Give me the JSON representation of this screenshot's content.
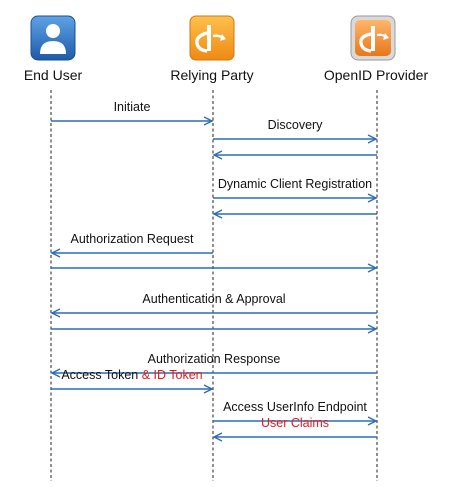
{
  "colors": {
    "arrow": "#2e6db5",
    "lifeline": "#222222",
    "highlight": "#e8191b",
    "user_icon": "#2a6fc0",
    "rp_icon": "#f39a1c",
    "op_icon": "#f08a24"
  },
  "actors": [
    {
      "id": "end-user",
      "label": "End User",
      "icon": "user-icon"
    },
    {
      "id": "relying-party",
      "label": "Relying Party",
      "icon": "openid-logo-icon"
    },
    {
      "id": "openid-provider",
      "label": "OpenID Provider",
      "icon": "openid-logo-icon"
    }
  ],
  "messages": [
    {
      "from": "end-user",
      "to": "relying-party",
      "label": [
        {
          "text": "Initiate"
        }
      ]
    },
    {
      "from": "relying-party",
      "to": "openid-provider",
      "label": [
        {
          "text": "Discovery"
        }
      ]
    },
    {
      "from": "openid-provider",
      "to": "relying-party",
      "label": []
    },
    {
      "from": "relying-party",
      "to": "openid-provider",
      "label": [
        {
          "text": "Dynamic Client Registration"
        }
      ]
    },
    {
      "from": "openid-provider",
      "to": "relying-party",
      "label": []
    },
    {
      "from": "relying-party",
      "to": "end-user",
      "label": [
        {
          "text": "Authorization Request"
        }
      ]
    },
    {
      "from": "end-user",
      "to": "openid-provider",
      "label": []
    },
    {
      "from": "openid-provider",
      "to": "end-user",
      "label": [
        {
          "text": "Authentication & Approval"
        }
      ]
    },
    {
      "from": "end-user",
      "to": "openid-provider",
      "label": []
    },
    {
      "from": "openid-provider",
      "to": "end-user",
      "label": [
        {
          "text": "Authorization Response"
        }
      ]
    },
    {
      "from": "end-user",
      "to": "relying-party",
      "label": [
        {
          "text": "Access Token "
        },
        {
          "text": "& ID Token",
          "highlight": true
        }
      ]
    },
    {
      "from": "relying-party",
      "to": "openid-provider",
      "label": [
        {
          "text": "Access UserInfo Endpoint"
        }
      ]
    },
    {
      "from": "openid-provider",
      "to": "relying-party",
      "label": [
        {
          "text": "User Claims",
          "highlight": true
        }
      ]
    }
  ]
}
